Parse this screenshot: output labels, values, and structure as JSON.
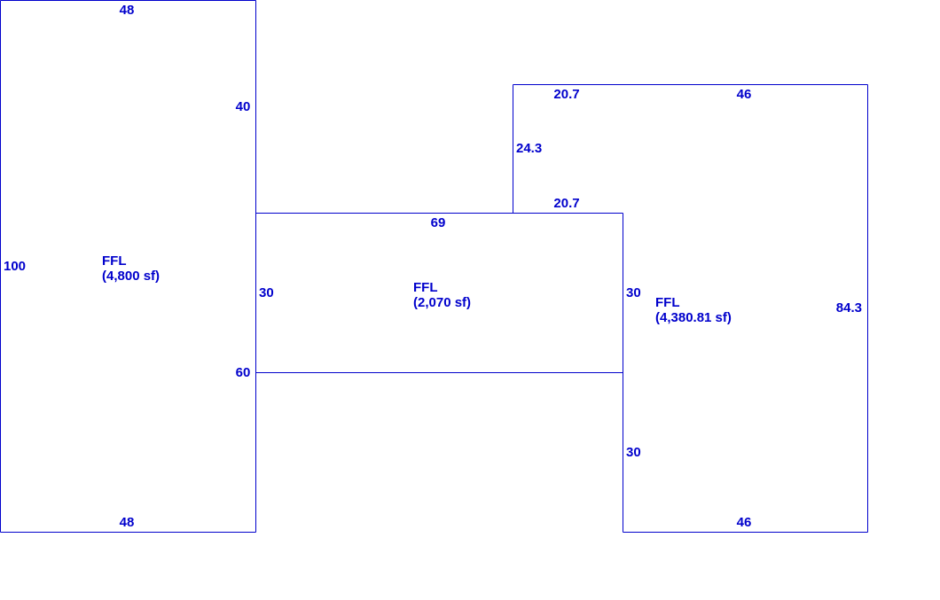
{
  "colors": {
    "line": "#0000cc",
    "text": "#0000cc",
    "background": "#ffffff"
  },
  "areas": [
    {
      "label": "FFL",
      "area": "(4,800 sf)",
      "dimensions": {
        "top": "48",
        "bottom": "48",
        "left": "100",
        "right_upper": "40",
        "right_lower": "60"
      }
    },
    {
      "label": "FFL",
      "area": "(2,070 sf)",
      "dimensions": {
        "top": "69",
        "left": "30",
        "right": "30"
      }
    },
    {
      "label": "FFL",
      "area": "(4,380.81 sf)",
      "dimensions": {
        "top_notch": "20.7",
        "notch_bottom": "20.7",
        "notch_side": "24.3",
        "top": "46",
        "bottom": "46",
        "right": "84.3",
        "left_lower": "30"
      }
    }
  ]
}
